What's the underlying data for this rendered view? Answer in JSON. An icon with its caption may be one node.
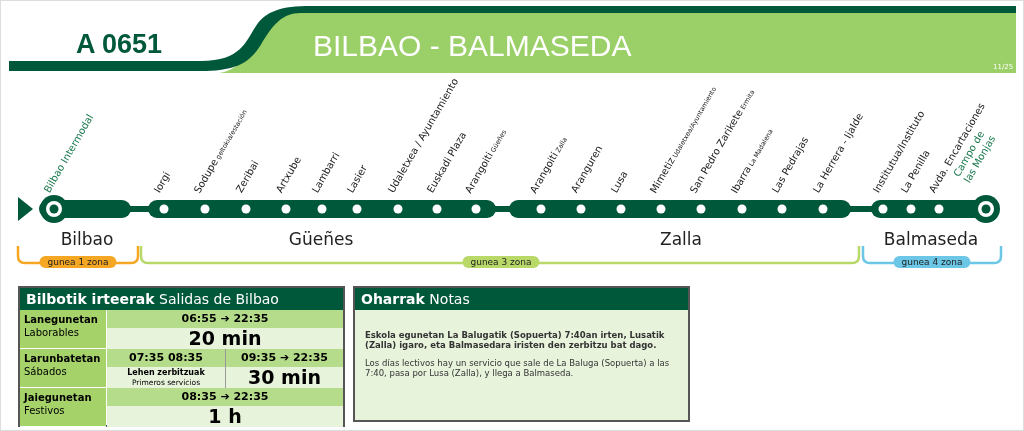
{
  "diagram": {
    "title": "BILBAO - BALMASEDA",
    "nodes": [
      {
        "text": [
          "**Bilbotik irteerak** Salidas de Bilbao"
        ]
      },
      {
        "text": [
          "**Oharrak** Notas",
          "Eskola egunetan La Balugatik (Sopuerta) 7:40an irten, Lusatik (Zalla) igaro, eta Balmasedara iristen den zerbitzu bat dago.",
          "Los días lectivos hay un servicio que sale de La Baluga (Sopuerta) a las 7:40, pasa por Lusa (Zalla), y llega a Balmaseda."
        ]
      }
    ],
    "labels": [
      "A 0651",
      "11/25",
      "Bilbao Intermodal",
      "Iorgi",
      "Sodupe",
      "geltokia/estación",
      "Zeribai",
      "Artxube",
      "Lambarri",
      "Lasier",
      "Udaletxea / Ayuntamiento",
      "Euskadi Plaza",
      "Arangoiti",
      "Güeñes",
      "Arangoiti",
      "Zalla",
      "Aranguren",
      "Lusa",
      "Mimetiz",
      "Udaletxea/Ayuntamiento",
      "San Pedro Zarikete",
      "Ermita",
      "Ibarra",
      "La Madalena",
      "Las Pedrajas",
      "La Herrera - Ijalde",
      "Institutua/Instituto",
      "La Penilla",
      "Avda. Encartaciones",
      "Campo de las Monjas",
      "Bilbao",
      "Güeñes",
      "Zalla",
      "Balmaseda",
      "gunea 1 zona",
      "gunea 3 zona",
      "gunea 4 zona",
      "Lanegunetan",
      "Laborables",
      "06:55 ➔ 22:35",
      "20 min",
      "Larunbatetan",
      "Sábados",
      "07:35 08:35",
      "09:35 ➔ 22:35",
      "Lehen zerbitzuak",
      "Primeros servicios",
      "30 min",
      "Jaiegunetan",
      "Festivos",
      "08:35 ➔ 22:35",
      "1 h"
    ]
  }
}
